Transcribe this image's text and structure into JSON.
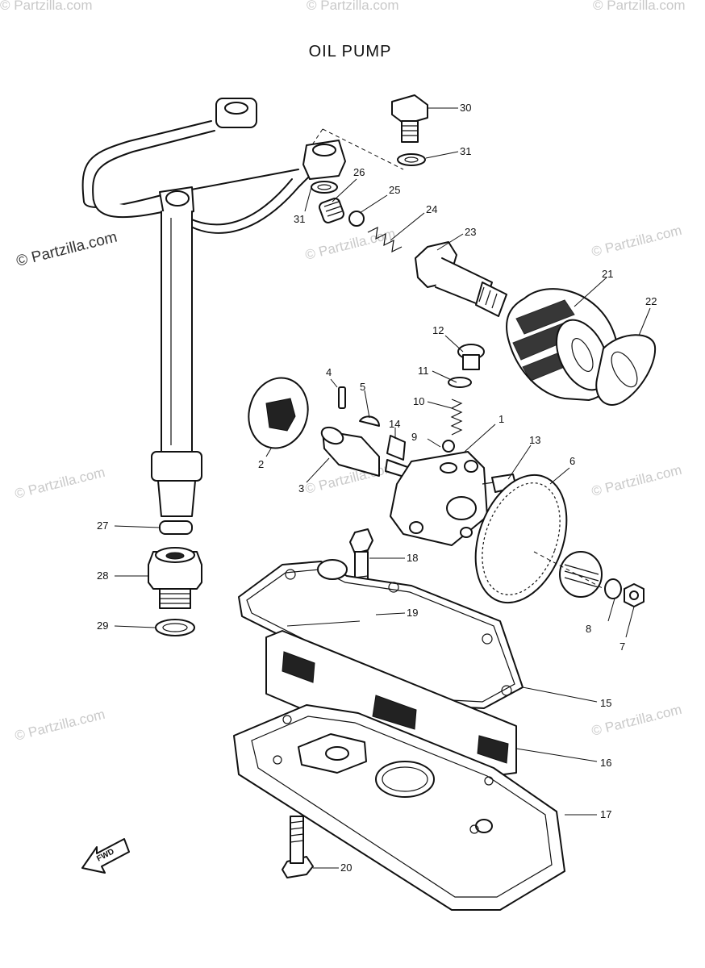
{
  "title": "OIL PUMP",
  "watermark": "© Partzilla.com",
  "fwd_label": "FWD",
  "callouts": [
    "1",
    "2",
    "3",
    "4",
    "5",
    "6",
    "7",
    "8",
    "9",
    "10",
    "11",
    "12",
    "13",
    "14",
    "15",
    "16",
    "17",
    "18",
    "19",
    "20",
    "21",
    "22",
    "23",
    "24",
    "25",
    "26",
    "27",
    "28",
    "29",
    "30",
    "31"
  ]
}
